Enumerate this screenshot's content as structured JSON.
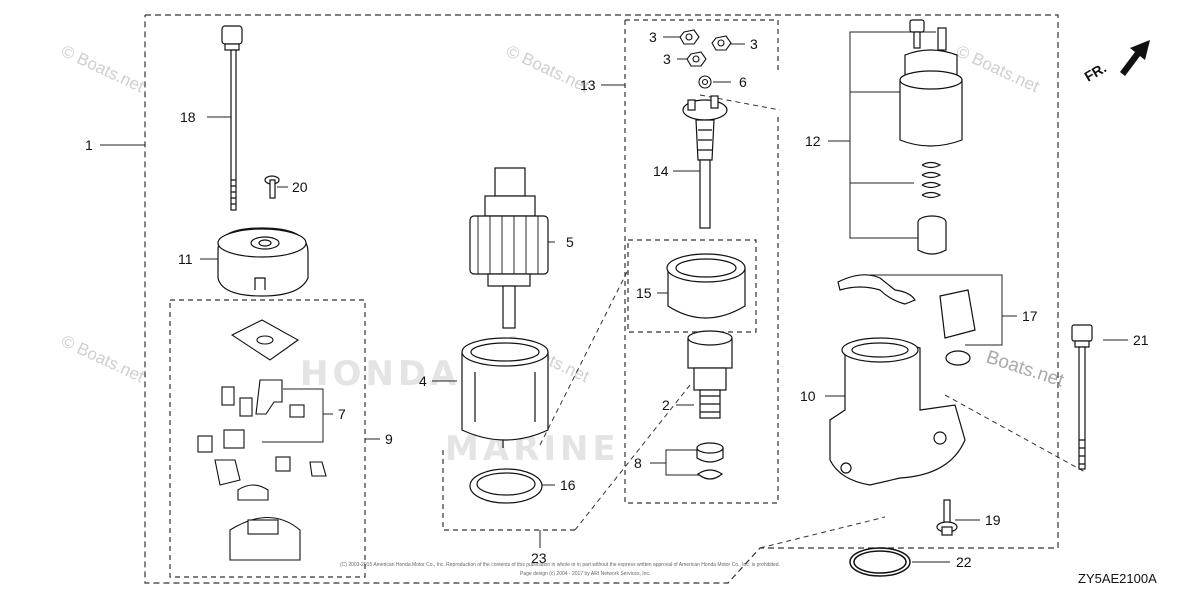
{
  "diagram": {
    "code": "ZY5AE2100A",
    "direction_label": "FR.",
    "copyright_line_1": "(C) 2003-2015 American Honda Motor Co., Inc. Reproduction of the contents of this publication in whole or in part without the express written approval of American Honda Motor Co., Inc. is prohibited.",
    "copyright_line_2": "Page design (c) 2004 - 2017 by ARI Network Services, Inc.",
    "watermarks": [
      "© Boats.net",
      "© Boats.net",
      "© Boats.net",
      "© Boats.net",
      "© Boats.net"
    ],
    "center_watermark": "Boats.net",
    "brand_watermark_1": "HONDA",
    "brand_watermark_2": "MARINE"
  },
  "callouts": [
    {
      "id": "c1",
      "text": "1"
    },
    {
      "id": "c2",
      "text": "2"
    },
    {
      "id": "c3a",
      "text": "3"
    },
    {
      "id": "c3b",
      "text": "3"
    },
    {
      "id": "c3c",
      "text": "3"
    },
    {
      "id": "c4",
      "text": "4"
    },
    {
      "id": "c5",
      "text": "5"
    },
    {
      "id": "c6",
      "text": "6"
    },
    {
      "id": "c7",
      "text": "7"
    },
    {
      "id": "c8",
      "text": "8"
    },
    {
      "id": "c9",
      "text": "9"
    },
    {
      "id": "c10",
      "text": "10"
    },
    {
      "id": "c11",
      "text": "11"
    },
    {
      "id": "c12",
      "text": "12"
    },
    {
      "id": "c13",
      "text": "13"
    },
    {
      "id": "c14",
      "text": "14"
    },
    {
      "id": "c15",
      "text": "15"
    },
    {
      "id": "c16",
      "text": "16"
    },
    {
      "id": "c17",
      "text": "17"
    },
    {
      "id": "c18",
      "text": "18"
    },
    {
      "id": "c19",
      "text": "19"
    },
    {
      "id": "c20",
      "text": "20"
    },
    {
      "id": "c21",
      "text": "21"
    },
    {
      "id": "c22",
      "text": "22"
    },
    {
      "id": "c23",
      "text": "23"
    }
  ]
}
